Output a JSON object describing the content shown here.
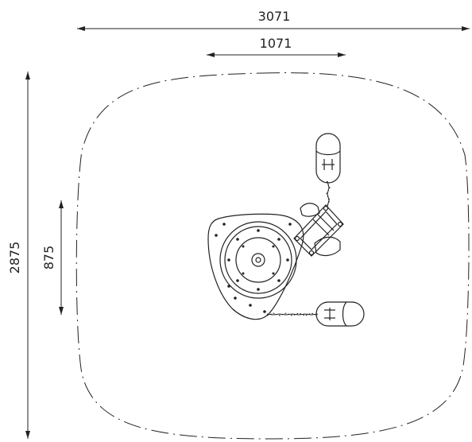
{
  "dimensions": {
    "overall_width": "3071",
    "inner_width": "1071",
    "overall_height": "2875",
    "inner_height": "875"
  }
}
